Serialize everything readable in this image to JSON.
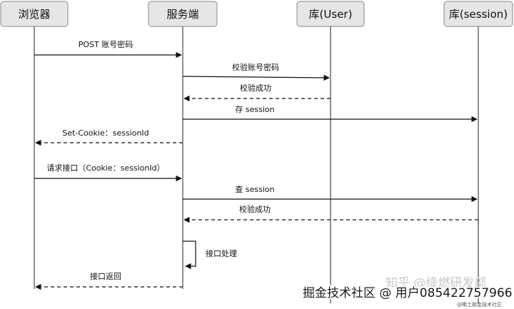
{
  "participants": [
    {
      "id": "browser",
      "label": "浏览器"
    },
    {
      "id": "server",
      "label": "服务端"
    },
    {
      "id": "db_user",
      "label": "库(User)"
    },
    {
      "id": "db_session",
      "label": "库(session)"
    }
  ],
  "messages": [
    {
      "label": "POST 账号密码",
      "from": "browser",
      "to": "server",
      "style": "solid"
    },
    {
      "label": "校验账号密码",
      "from": "server",
      "to": "db_user",
      "style": "solid"
    },
    {
      "label": "校验成功",
      "from": "db_user",
      "to": "server",
      "style": "dashed"
    },
    {
      "label": "存 session",
      "from": "server",
      "to": "db_session",
      "style": "solid"
    },
    {
      "label": "Set-Cookie：sessionId",
      "from": "server",
      "to": "browser",
      "style": "dashed"
    },
    {
      "label": "请求接口（Cookie：sessionId）",
      "from": "browser",
      "to": "server",
      "style": "solid"
    },
    {
      "label": "查 session",
      "from": "server",
      "to": "db_session",
      "style": "solid"
    },
    {
      "label": "校验成功",
      "from": "db_session",
      "to": "server",
      "style": "dashed"
    },
    {
      "label": "接口处理",
      "from": "server",
      "to": "server",
      "style": "self"
    },
    {
      "label": "接口返回",
      "from": "server",
      "to": "browser",
      "style": "dashed"
    }
  ],
  "watermark": {
    "zhihu": "知乎 @绛燃研发部",
    "juejin": "掘金技术社区 @ 用户085422757966",
    "small": "@稀土掘金技术社区"
  }
}
